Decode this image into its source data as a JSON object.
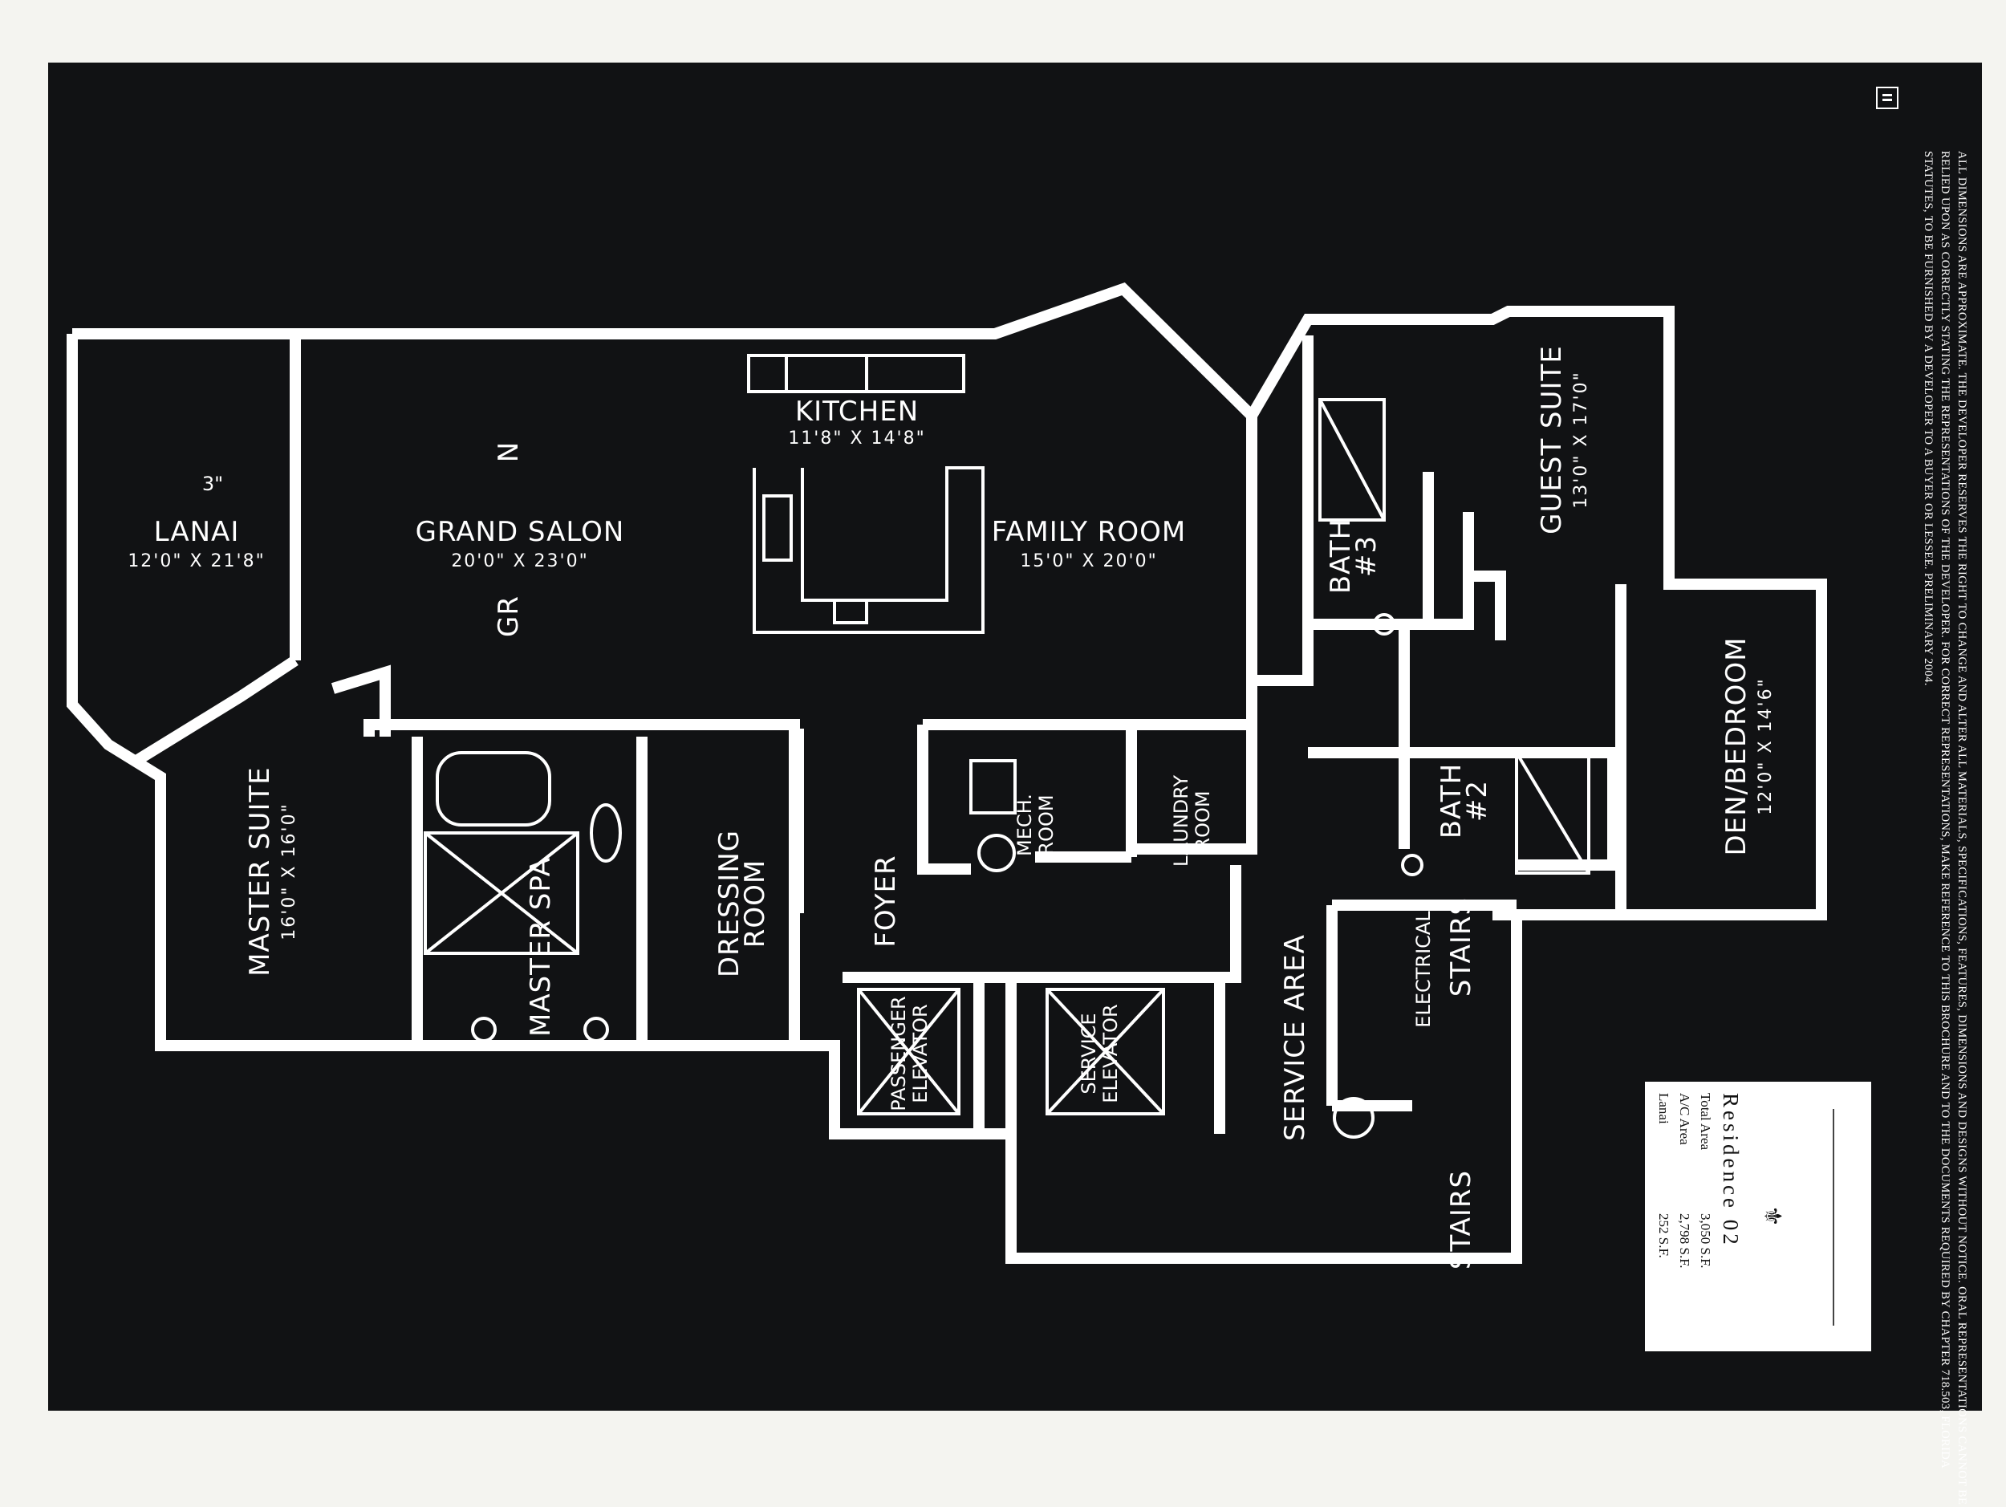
{
  "rooms": {
    "lanai": {
      "name": "LANAI",
      "dims": "12'0\" X 21'8\"",
      "partial": "3\""
    },
    "grand_salon": {
      "name": "GRAND SALON",
      "dims": "20'0\" X 23'0\"",
      "frag_top": "N",
      "frag_bottom": "GR"
    },
    "kitchen": {
      "name": "KITCHEN",
      "dims": "11'8\" X 14'8\""
    },
    "family_room": {
      "name": "FAMILY ROOM",
      "dims": "15'0\" X 20'0\""
    },
    "guest_suite": {
      "name": "GUEST SUITE",
      "dims": "13'0\" X 17'0\""
    },
    "bath3": {
      "name": "BATH",
      "num": "#3"
    },
    "den": {
      "name": "DEN/BEDROOM",
      "dims": "12'0\" X 14'6\""
    },
    "bath2": {
      "name": "BATH",
      "num": "#2"
    },
    "master_suite": {
      "name": "MASTER SUITE",
      "dims": "16'0\" X 16'0\""
    },
    "master_spa": {
      "name": "MASTER SPA"
    },
    "dressing": {
      "l1": "DRESSING",
      "l2": "ROOM"
    },
    "foyer": {
      "name": "FOYER"
    },
    "mech": {
      "l1": "MECH.",
      "l2": "ROOM"
    },
    "laundry": {
      "l1": "LAUNDRY",
      "l2": "ROOM"
    },
    "passenger": {
      "l1": "PASSENGER",
      "l2": "ELEVATOR"
    },
    "service_elev": {
      "l1": "SERVICE",
      "l2": "ELEVATOR"
    },
    "service_area": {
      "name": "SERVICE AREA"
    },
    "electrical": {
      "name": "ELECTRICAL"
    },
    "stairs_top": {
      "name": "STAIRS"
    },
    "stairs_bottom": {
      "name": "STAIRS"
    }
  },
  "legend": {
    "title": "Residence 02",
    "rows": [
      {
        "label": "Total Area",
        "value": "3,050 S.F."
      },
      {
        "label": "A/C Area",
        "value": "2,798 S.F."
      },
      {
        "label": "Lanai",
        "value": "252 S.F."
      }
    ]
  },
  "disclaimer": "All dimensions are approximate. The developer reserves the right to change and alter all materials, specifications, features, dimensions and designs without notice. Oral representations cannot be relied upon as correctly stating the representations of the developer. For correct representations, make reference to this brochure and to the documents required by Chapter 718.503, Florida Statutes, to be furnished by a developer to a buyer or lessee. Preliminary 2004.",
  "icons": {
    "logo": "equal-housing-icon",
    "ornament": "fleur-ornament-icon"
  }
}
